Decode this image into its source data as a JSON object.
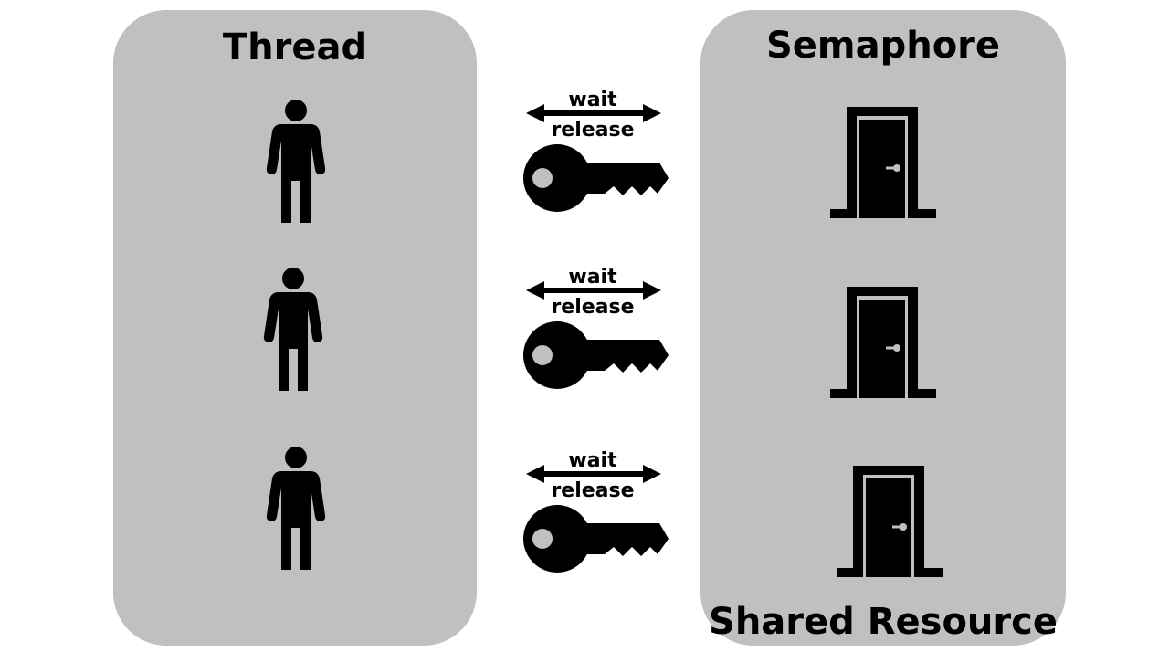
{
  "thread_panel": {
    "title": "Thread",
    "threads": [
      {
        "icon": "person-icon"
      },
      {
        "icon": "person-icon"
      },
      {
        "icon": "person-icon"
      }
    ]
  },
  "semaphore_panel": {
    "title": "Semaphore",
    "footer": "Shared Resource",
    "resources": [
      {
        "icon": "door-icon"
      },
      {
        "icon": "door-icon"
      },
      {
        "icon": "door-icon"
      }
    ]
  },
  "links": [
    {
      "wait": "wait",
      "release": "release",
      "icon": "key-icon"
    },
    {
      "wait": "wait",
      "release": "release",
      "icon": "key-icon"
    },
    {
      "wait": "wait",
      "release": "release",
      "icon": "key-icon"
    }
  ],
  "colors": {
    "panel": "#c0c0c0",
    "foreground": "#000000",
    "background": "#ffffff"
  }
}
